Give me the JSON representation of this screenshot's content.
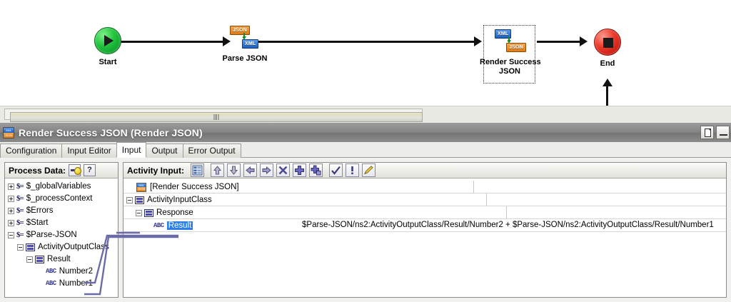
{
  "canvas": {
    "nodes": [
      {
        "id": "start",
        "label": "Start",
        "type": "start-event"
      },
      {
        "id": "parse-json",
        "label": "Parse JSON",
        "type": "activity",
        "icon_top": "JSON",
        "icon_bottom": "XML"
      },
      {
        "id": "render-success-json",
        "label_line1": "Render Success",
        "label_line2": "JSON",
        "type": "activity",
        "icon_top": "XML",
        "icon_bottom": "JSON",
        "selected": true
      },
      {
        "id": "end",
        "label": "End",
        "type": "end-event"
      }
    ]
  },
  "window": {
    "title": "Render  Success JSON (Render JSON)",
    "icon_top_text": "XML",
    "icon_bottom_text": "JSON",
    "buttons": {
      "restore": "restore",
      "minimize": "minimize"
    }
  },
  "tabs": [
    {
      "label": "Configuration",
      "active": false
    },
    {
      "label": "Input Editor",
      "active": false
    },
    {
      "label": "Input",
      "active": true
    },
    {
      "label": "Output",
      "active": false
    },
    {
      "label": "Error Output",
      "active": false
    }
  ],
  "process_data": {
    "header_label": "Process Data:",
    "icons": [
      "insert-arrow-icon",
      "help-icon"
    ],
    "tree": [
      {
        "label": "$_globalVariables",
        "icon": "variable-icon",
        "indent": 0,
        "expander": "plus"
      },
      {
        "label": "$_processContext",
        "icon": "variable-icon",
        "indent": 0,
        "expander": "plus"
      },
      {
        "label": "$Errors",
        "icon": "variable-icon",
        "indent": 0,
        "expander": "plus"
      },
      {
        "label": "$Start",
        "icon": "variable-icon",
        "indent": 0,
        "expander": "plus"
      },
      {
        "label": "$Parse-JSON",
        "icon": "variable-icon",
        "indent": 0,
        "expander": "minus"
      },
      {
        "label": "ActivityOutputClass",
        "icon": "class-icon",
        "indent": 1,
        "expander": "minus"
      },
      {
        "label": "Result",
        "icon": "class-icon",
        "indent": 2,
        "expander": "minus"
      },
      {
        "label": "Number2",
        "icon": "string-icon",
        "indent": 3,
        "expander": "none"
      },
      {
        "label": "Number1",
        "icon": "string-icon",
        "indent": 3,
        "expander": "none"
      }
    ]
  },
  "activity_input": {
    "header_label": "Activity Input:",
    "toolbar": [
      {
        "name": "form-view-icon"
      },
      {
        "name": "move-up-icon"
      },
      {
        "name": "move-down-icon"
      },
      {
        "name": "move-left-icon"
      },
      {
        "name": "move-right-icon"
      },
      {
        "name": "delete-icon"
      },
      {
        "name": "add-icon"
      },
      {
        "name": "add-child-icon"
      },
      {
        "name": "validate-icon"
      },
      {
        "name": "required-icon"
      },
      {
        "name": "edit-icon"
      }
    ],
    "tree": [
      {
        "label": "[Render  Success JSON]",
        "icon": "xml-json-icon",
        "indent": 0,
        "expander": "none",
        "value": ""
      },
      {
        "label": "ActivityInputClass",
        "icon": "class-icon",
        "indent": 0,
        "expander": "minus",
        "value": ""
      },
      {
        "label": "Response",
        "icon": "class-icon",
        "indent": 1,
        "expander": "minus",
        "value": ""
      },
      {
        "label": "Result",
        "icon": "string-icon",
        "indent": 2,
        "expander": "none",
        "selected": true,
        "value": "$Parse-JSON/ns2:ActivityOutputClass/Result/Number2 + $Parse-JSON/ns2:ActivityOutputClass/Result/Number1"
      }
    ]
  },
  "scrollbar": {
    "name": "horizontal-scrollbar"
  },
  "colors": {
    "start_node": "#22c53e",
    "end_node": "#ee3a2c",
    "json_badge": "#e07b14",
    "xml_badge": "#1a5fc0",
    "selection": "#2f7fe8",
    "titlebar": "#838383",
    "map_line": "#6b6ba8"
  }
}
